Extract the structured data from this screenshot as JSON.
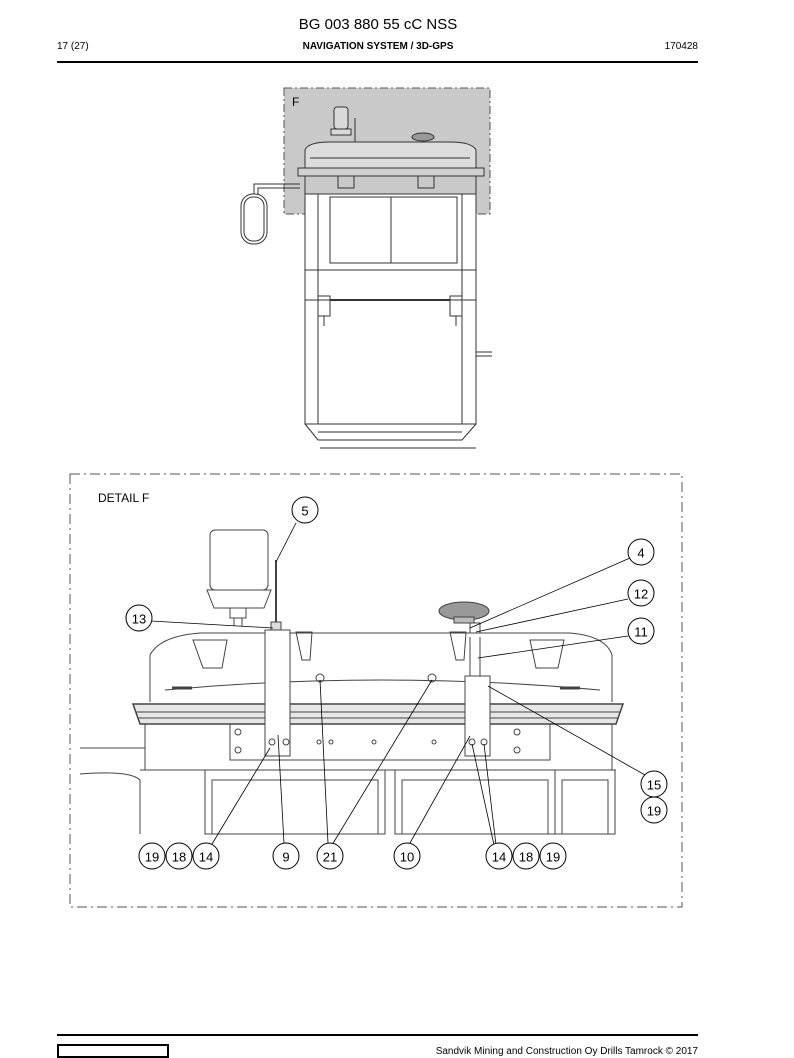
{
  "header": {
    "doc_title": "BG 003 880 55 cC NSS",
    "page_number": "17 (27)",
    "section_title": "NAVIGATION SYSTEM / 3D-GPS",
    "doc_date": "170428"
  },
  "overview": {
    "detail_marker": "F"
  },
  "detail": {
    "title": "DETAIL F",
    "callouts": [
      "5",
      "4",
      "12",
      "13",
      "11",
      "15",
      "19",
      "19",
      "18",
      "14",
      "9",
      "21",
      "10",
      "14",
      "18",
      "19"
    ]
  },
  "footer": {
    "copyright": "Sandvik Mining and Construction Oy Drills Tamrock © 2017"
  }
}
